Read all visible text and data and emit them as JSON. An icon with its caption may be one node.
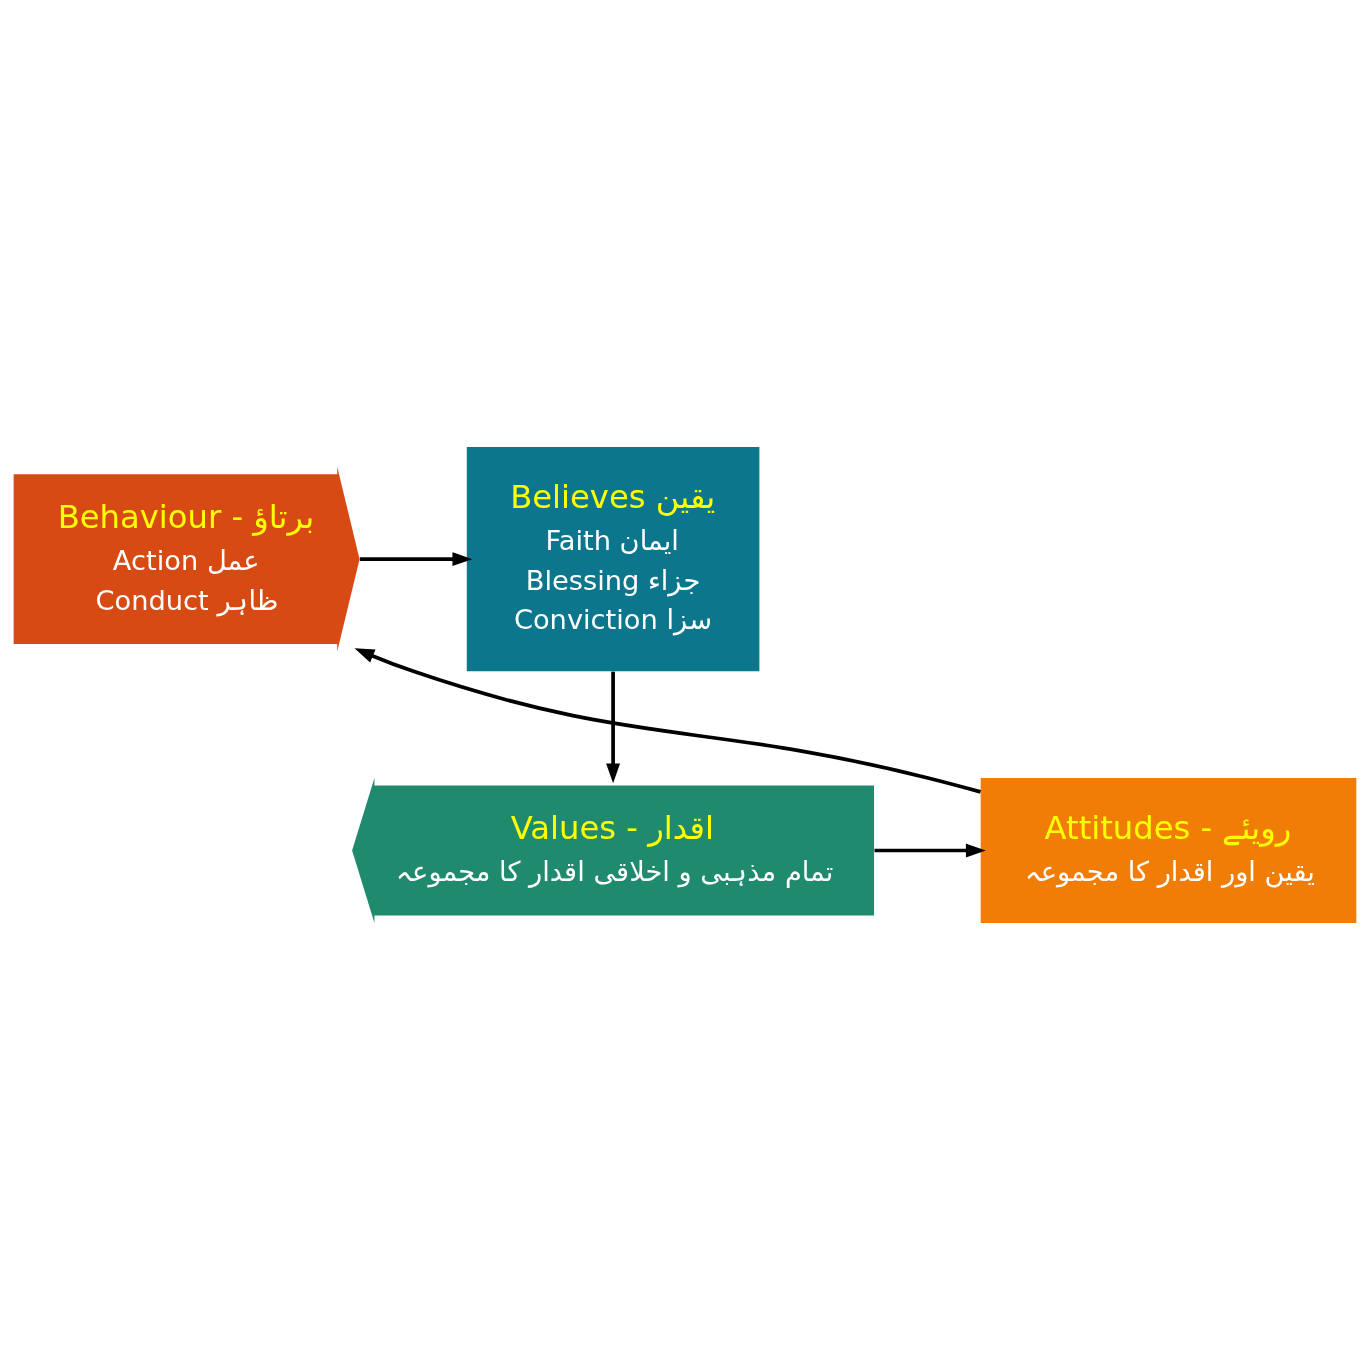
{
  "diagram": {
    "nodes": [
      {
        "text": [
          "Behaviour - برتاؤ",
          "Action عمل",
          "Conduct ظاہر"
        ]
      },
      {
        "text": [
          "Believes یقین",
          "Faith ایمان",
          "Blessing جزاء",
          "Conviction سزا"
        ]
      },
      {
        "text": [
          "Values - اقدار",
          "تمام مذہبی و اخلاقی اقدار کا مجموعہ"
        ]
      },
      {
        "text": [
          "Attitudes - رویئے",
          "یقین اور اقدار کا مجموعہ"
        ]
      }
    ],
    "edges": [
      {
        "from": 0,
        "to": 1,
        "arrow": "to"
      },
      {
        "from": 1,
        "to": 2,
        "arrow": "to"
      },
      {
        "from": 2,
        "to": 3,
        "arrow": "to"
      },
      {
        "from": 3,
        "to": 0,
        "arrow": "to"
      }
    ]
  }
}
